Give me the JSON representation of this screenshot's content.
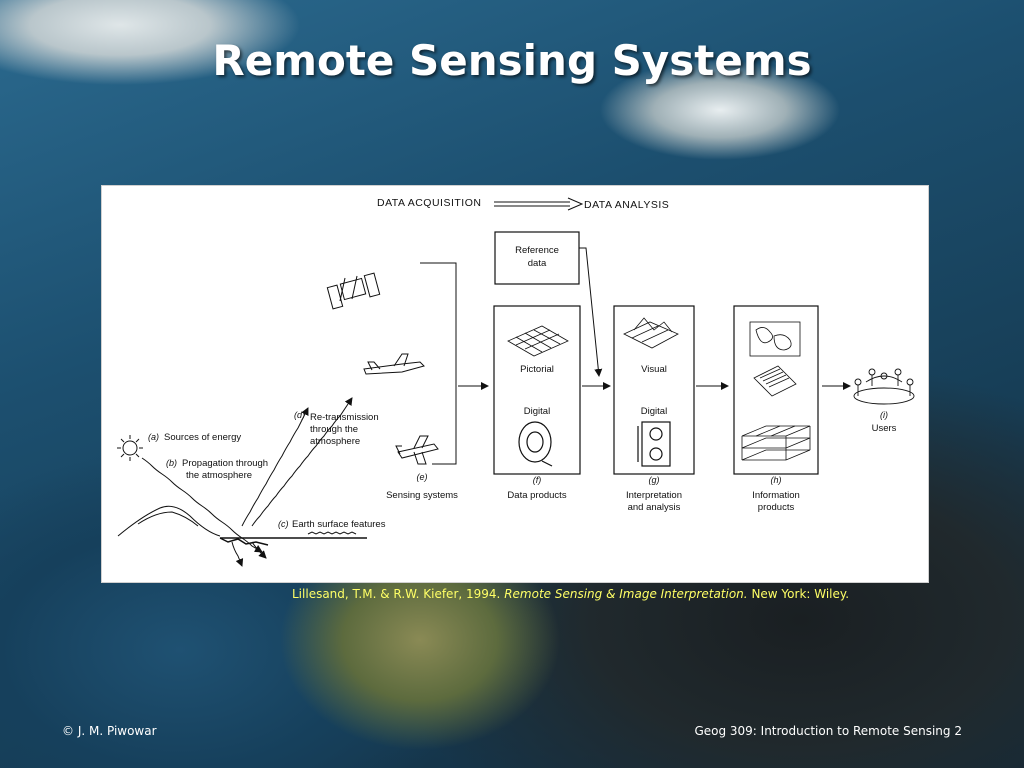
{
  "slide": {
    "title": "Remote Sensing Systems"
  },
  "diagram": {
    "header_acquisition": "DATA ACQUISITION",
    "header_analysis": "DATA ANALYSIS",
    "reference_data_line1": "Reference",
    "reference_data_line2": "data",
    "label_a_tag": "(a)",
    "label_a": "Sources of energy",
    "label_b_tag": "(b)",
    "label_b_line1": "Propagation through",
    "label_b_line2": "the atmosphere",
    "label_c_tag": "(c)",
    "label_c": "Earth surface features",
    "label_d_tag": "(d)",
    "label_d_line1": "Re-transmission",
    "label_d_line2": "through the",
    "label_d_line3": "atmosphere",
    "label_e_tag": "(e)",
    "label_e": "Sensing systems",
    "label_f_tag": "(f)",
    "label_f": "Data products",
    "label_g_tag": "(g)",
    "label_g_line1": "Interpretation",
    "label_g_line2": "and analysis",
    "label_h_tag": "(h)",
    "label_h_line1": "Information",
    "label_h_line2": "products",
    "label_i_tag": "(i)",
    "label_i": "Users",
    "pictorial": "Pictorial",
    "digital_f": "Digital",
    "visual": "Visual",
    "digital_g": "Digital"
  },
  "citation": {
    "authors": "Lillesand, T.M. & R.W. Kiefer, 1994.",
    "work": "Remote Sensing & Image Interpretation.",
    "publisher": "New York: Wiley."
  },
  "footer": {
    "author": "© J. M. Piwowar",
    "course": "Geog 309:  Introduction to Remote Sensing",
    "slide_number": "2"
  }
}
